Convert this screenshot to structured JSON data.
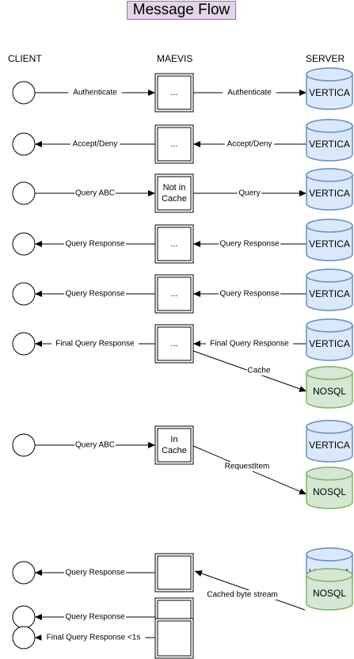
{
  "title": "Message Flow",
  "columns": {
    "client": "CLIENT",
    "maevis": "MAEVIS",
    "server": "SERVER"
  },
  "colors": {
    "client_fill": "#ffffff",
    "node_stroke": "#000000",
    "vertica_fill": "#dae8fc",
    "vertica_stroke": "#6c8ebf",
    "nosql_fill": "#d5e8d4",
    "nosql_stroke": "#82b366",
    "title_fill": "#e1d5e7",
    "title_stroke": "#9673a6"
  },
  "rows": [
    {
      "maevis_label": [
        "..."
      ],
      "server": "VERTICA",
      "left_label": "Authenticate",
      "left_dir": "to_maevis",
      "right_label": "Authenticate",
      "right_dir": "to_server"
    },
    {
      "maevis_label": [
        "..."
      ],
      "server": "VERTICA",
      "left_label": "Accept/Deny",
      "left_dir": "to_client",
      "right_label": "Accept/Deny",
      "right_dir": "to_maevis"
    },
    {
      "maevis_label": [
        "Not in",
        "Cache"
      ],
      "server": "VERTICA",
      "left_label": "Query ABC",
      "left_dir": "to_maevis",
      "right_label": "Query",
      "right_dir": "to_server"
    },
    {
      "maevis_label": [
        "..."
      ],
      "server": "VERTICA",
      "left_label": "Query Response",
      "left_dir": "to_client",
      "right_label": "Query Response",
      "right_dir": "to_maevis"
    },
    {
      "maevis_label": [
        "..."
      ],
      "server": "VERTICA",
      "left_label": "Query Response",
      "left_dir": "to_client",
      "right_label": "Query Response",
      "right_dir": "to_maevis"
    },
    {
      "maevis_label": [
        "..."
      ],
      "server": "VERTICA",
      "left_label": "Final Query Response",
      "left_dir": "to_client",
      "right_label": "Final Query Response",
      "right_dir": "to_maevis"
    },
    {
      "maevis_label": [
        "In",
        "Cache"
      ],
      "server": "VERTICA",
      "left_label": "Query ABC",
      "left_dir": "to_maevis",
      "right_label": "",
      "right_dir": ""
    },
    {
      "maevis_label": [],
      "server": "VERTICA",
      "left_label": "Query Response",
      "left_dir": "to_client",
      "right_label": "",
      "right_dir": ""
    },
    {
      "maevis_label": [],
      "server": "",
      "left_label": "Query Response",
      "left_dir": "to_client",
      "right_label": "",
      "right_dir": ""
    },
    {
      "maevis_label": [],
      "server": "",
      "left_label": "Final Query Response <1s",
      "left_dir": "to_client",
      "right_label": "",
      "right_dir": ""
    }
  ],
  "nosql_nodes": [
    {
      "label": "NOSQL"
    },
    {
      "label": "NOSQL"
    },
    {
      "label": "NOSQL"
    }
  ],
  "diagonals": [
    {
      "label": "Cache",
      "dir": "to_nosql"
    },
    {
      "label": "RequestItem",
      "dir": "to_nosql"
    },
    {
      "label": "Cached byte stream",
      "dir": "to_maevis"
    }
  ]
}
